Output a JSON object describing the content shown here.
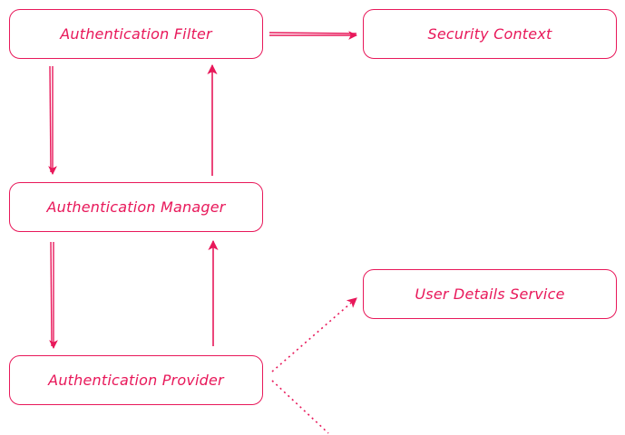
{
  "diagram": {
    "nodes": [
      {
        "id": "filter",
        "label": "Authentication Filter"
      },
      {
        "id": "context",
        "label": "Security Context"
      },
      {
        "id": "manager",
        "label": "Authentication Manager"
      },
      {
        "id": "provider",
        "label": "Authentication Provider"
      },
      {
        "id": "uds",
        "label": "User Details Service"
      }
    ],
    "edges": [
      {
        "from": "filter",
        "to": "context",
        "style": "solid"
      },
      {
        "from": "filter",
        "to": "manager",
        "style": "solid"
      },
      {
        "from": "manager",
        "to": "filter",
        "style": "solid"
      },
      {
        "from": "manager",
        "to": "provider",
        "style": "solid"
      },
      {
        "from": "provider",
        "to": "manager",
        "style": "solid"
      },
      {
        "from": "provider",
        "to": "uds",
        "style": "dotted"
      },
      {
        "from": "provider",
        "to": "offscreen",
        "style": "dotted"
      }
    ],
    "colors": {
      "stroke": "#e8185a"
    }
  }
}
